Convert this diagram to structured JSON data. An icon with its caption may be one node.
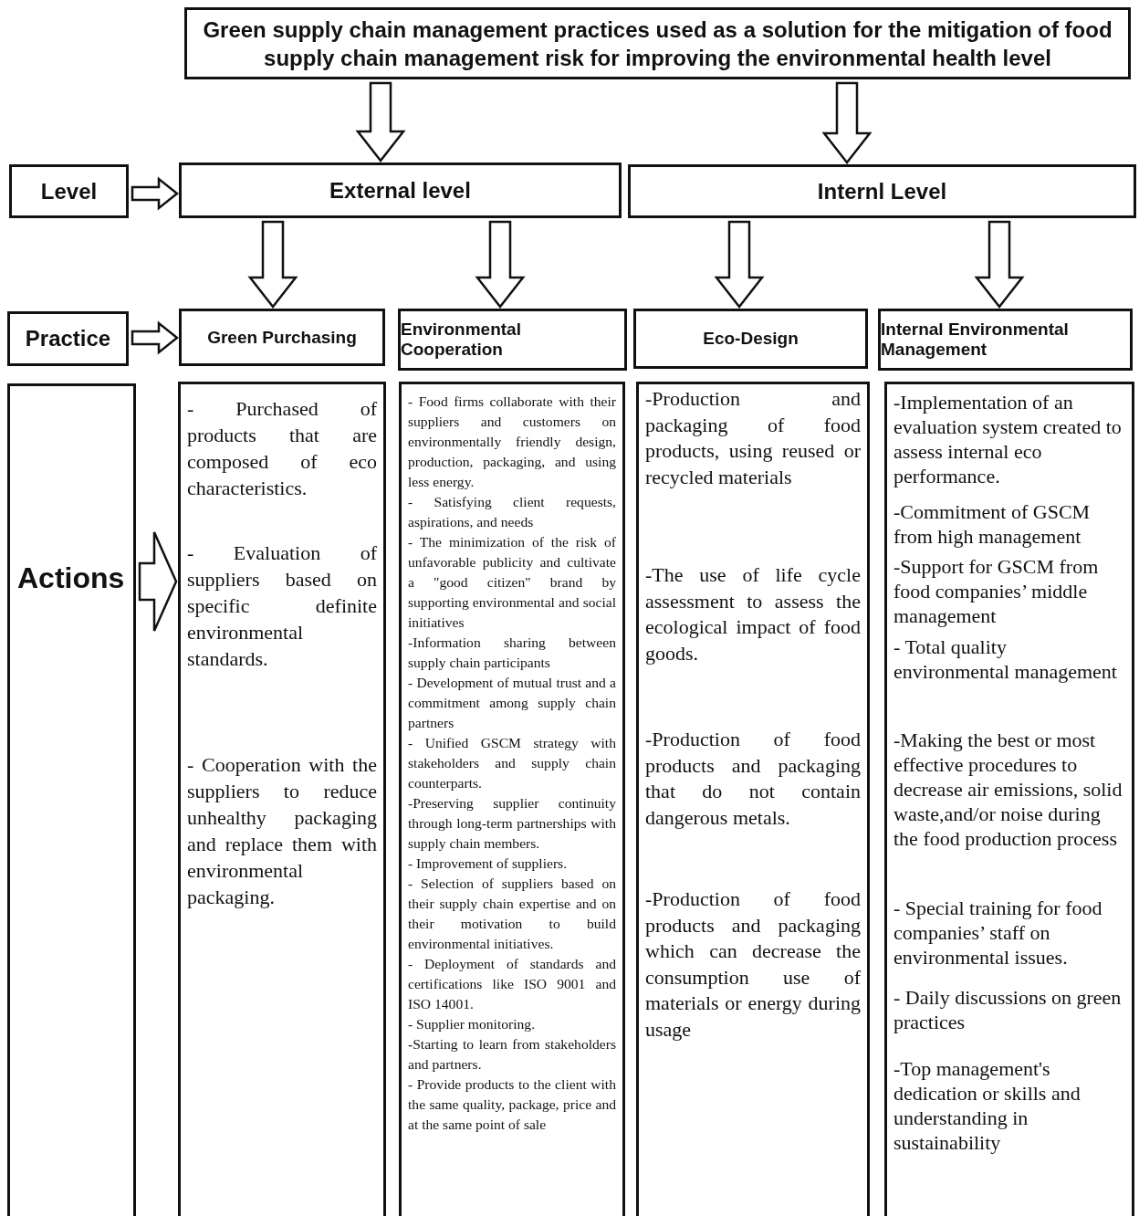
{
  "diagram": {
    "nodes": [
      {
        "text": [
          "Green supply chain management practices used as a solution for the mitigation of food supply chain management risk for improving the environmental health level"
        ]
      },
      {
        "text": [
          "Level"
        ]
      },
      {
        "text": [
          "External level"
        ]
      },
      {
        "text": [
          "Internl Level"
        ]
      },
      {
        "text": [
          "Practice"
        ]
      },
      {
        "text": [
          "Green Purchasing"
        ]
      },
      {
        "text": [
          "Environmental Cooperation"
        ]
      },
      {
        "text": [
          "Eco-Design"
        ]
      },
      {
        "text": [
          "Internal Environmental Management"
        ]
      },
      {
        "text": [
          "Actions"
        ]
      },
      {
        "text": [
          "- Purchased of products that are composed of eco characteristics.",
          "- Evaluation of suppliers based on specific definite environmental standards.",
          "- Cooperation with the suppliers to reduce unhealthy packaging and replace them with environmental packaging."
        ]
      },
      {
        "text": [
          "- Food firms collaborate with their suppliers and customers on environmentally friendly design, production, packaging, and using less energy.",
          "- Satisfying client requests, aspirations, and needs",
          "- The minimization of the risk of unfavorable publicity and cultivate a \"good citizen\" brand by supporting environmental and social initiatives",
          "-Information sharing between supply chain participants",
          "- Development of mutual trust and a commitment among supply chain partners",
          "- Unified GSCM strategy with stakeholders and supply chain counterparts.",
          "-Preserving supplier continuity through long-term partnerships with supply chain members.",
          "- Improvement of suppliers.",
          "- Selection of suppliers based on their supply chain expertise and on their motivation to build environmental initiatives.",
          "- Deployment of standards and certifications like ISO 9001 and ISO 14001.",
          "- Supplier monitoring.",
          "-Starting to learn from stakeholders and partners.",
          "- Provide products to the client with the same quality, package, price and at the same point of sale"
        ]
      },
      {
        "text": [
          "-Production and packaging of food products, using reused or recycled materials",
          "-The use of life cycle assessment to assess the ecological impact of food goods.",
          "-Production of food products and packaging that do not contain dangerous metals.",
          "-Production of food products and packaging which can decrease the consumption use of materials or energy during usage"
        ]
      },
      {
        "text": [
          "-Implementation of an evaluation system created to assess internal eco performance.",
          "-Commitment of GSCM from high management",
          "-Support for GSCM from food companies’ middle management",
          "- Total quality environmental management",
          "-Making the best or most effective procedures to decrease air emissions, solid waste,and/or noise during the food production process",
          "- Special training for food companies’ staff on environmental issues.",
          "- Daily discussions on green practices",
          "-Top management's dedication or skills and understanding in sustainability"
        ]
      }
    ],
    "edges": [
      {
        "from": 0,
        "to": 2,
        "arrow": "to"
      },
      {
        "from": 0,
        "to": 3,
        "arrow": "to"
      },
      {
        "from": 1,
        "to": 2,
        "arrow": "to"
      },
      {
        "from": 2,
        "to": 5,
        "arrow": "to"
      },
      {
        "from": 2,
        "to": 6,
        "arrow": "to"
      },
      {
        "from": 3,
        "to": 7,
        "arrow": "to"
      },
      {
        "from": 3,
        "to": 8,
        "arrow": "to"
      },
      {
        "from": 4,
        "to": 5,
        "arrow": "to"
      },
      {
        "from": 9,
        "to": 10,
        "arrow": "to"
      }
    ]
  }
}
